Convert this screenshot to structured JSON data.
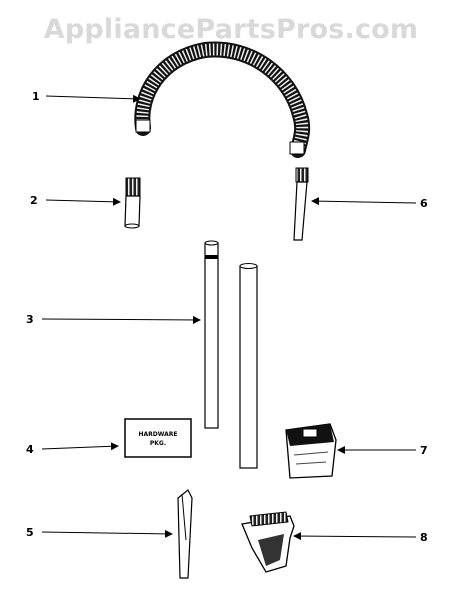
{
  "watermark": "AppliancePartsPros.com",
  "callouts": {
    "c1": "1",
    "c2": "2",
    "c3": "3",
    "c4": "4",
    "c5": "5",
    "c6": "6",
    "c7": "7",
    "c8": "8"
  },
  "hardware_package": {
    "line1": "HARDWARE",
    "line2": "PKG."
  }
}
